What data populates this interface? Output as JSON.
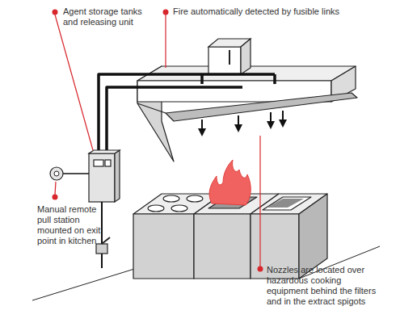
{
  "diagram": {
    "labels": [
      "Agent storage tanks and releasing unit",
      "Fire automatically detected by fusible links",
      "Manual remote pull station mounted on exit point in kitchen",
      "Nozzles are located over hazardous cooking equipment behind the filters and in the extract spigots"
    ]
  }
}
